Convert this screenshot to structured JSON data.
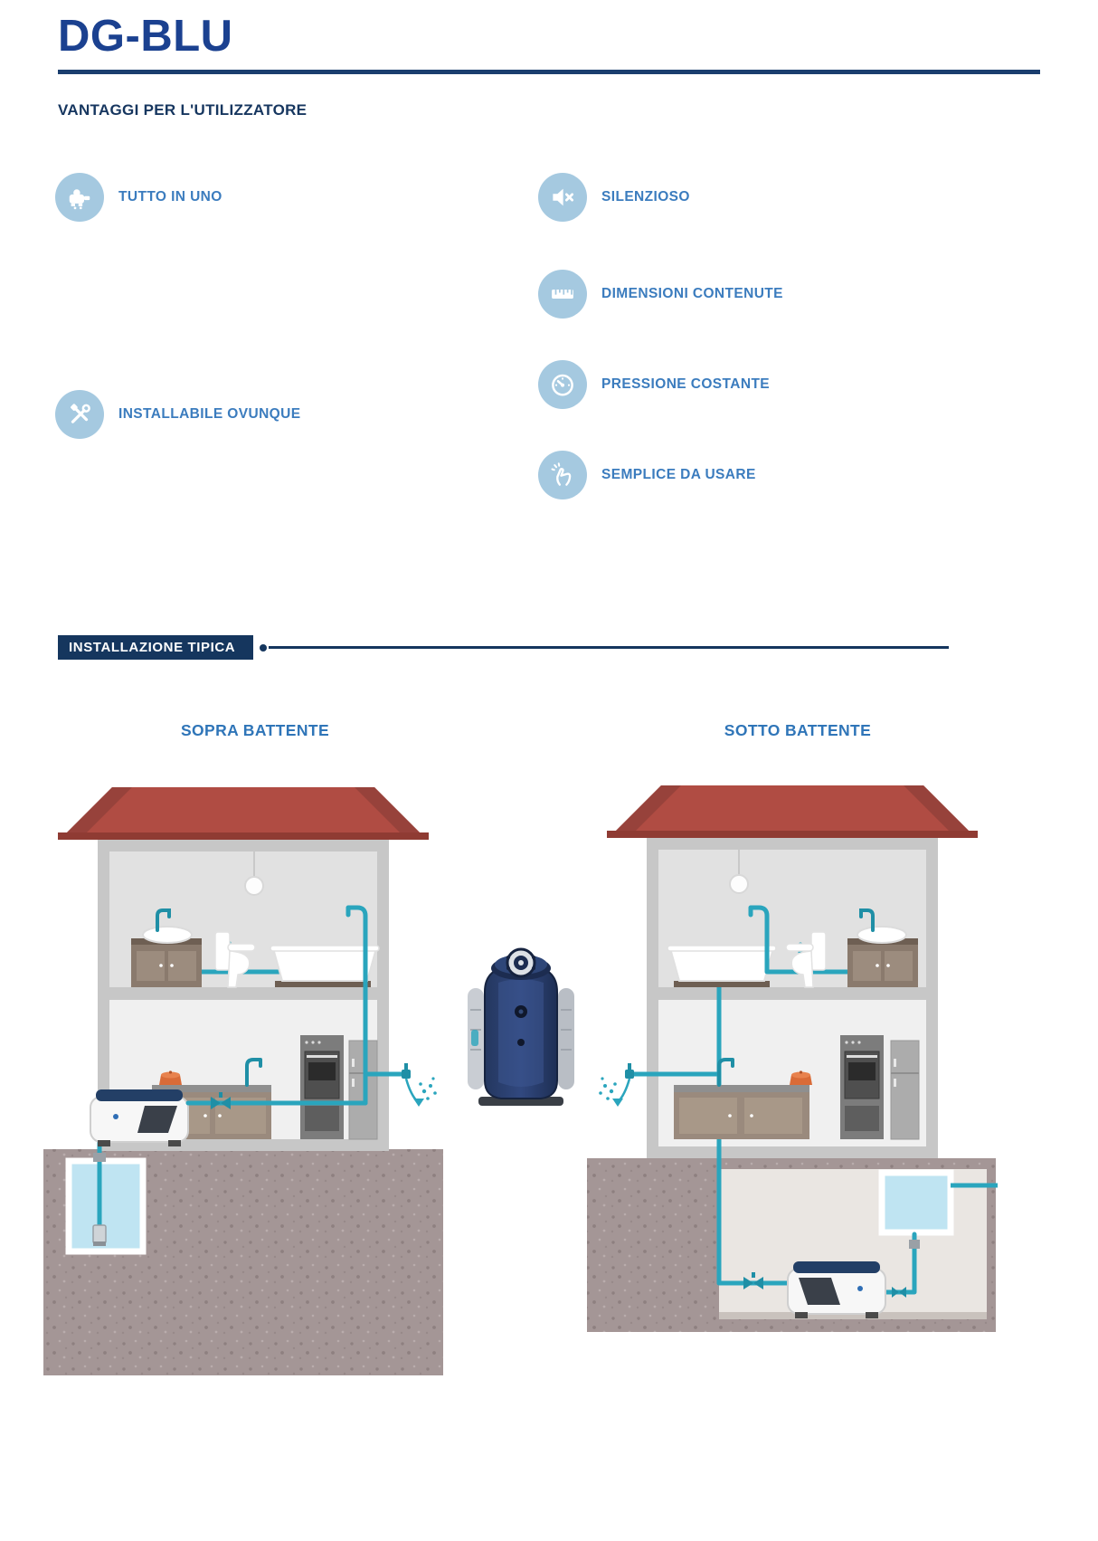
{
  "page": {
    "title": "DG-BLU"
  },
  "advantages": {
    "heading": "VANTAGGI PER L'UTILIZZATORE",
    "left": [
      {
        "icon": "pump-icon",
        "label": "TUTTO IN UNO"
      },
      {
        "icon": "tools-icon",
        "label": "INSTALLABILE OVUNQUE"
      }
    ],
    "right": [
      {
        "icon": "muted-speaker-icon",
        "label": "SILENZIOSO"
      },
      {
        "icon": "ruler-icon",
        "label": "DIMENSIONI CONTENUTE"
      },
      {
        "icon": "gauge-icon",
        "label": "PRESSIONE COSTANTE"
      },
      {
        "icon": "snap-icon",
        "label": "SEMPLICE DA USARE"
      }
    ]
  },
  "installation": {
    "heading": "INSTALLAZIONE TIPICA",
    "scenarios": [
      {
        "label": "SOPRA BATTENTE",
        "illustration": "house-above-head-illustration"
      },
      {
        "label": "SOTTO BATTENTE",
        "illustration": "house-below-head-illustration"
      }
    ],
    "product_image": "dg-blu-pump"
  },
  "colors": {
    "title_blue": "#1B4190",
    "navy": "#15365E",
    "label_blue": "#3B7CBE",
    "icon_circle_blue": "#A5C9E0",
    "pipe_teal": "#2AA5BD",
    "faucet_teal": "#1F8FA6",
    "roof_red": "#B04C43",
    "ground_mauve": "#A49696",
    "water_light_blue": "#BFE4F2"
  }
}
